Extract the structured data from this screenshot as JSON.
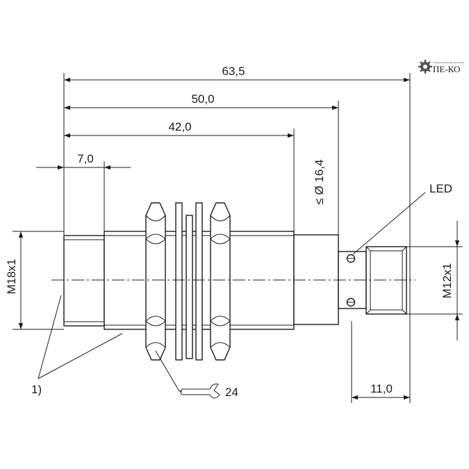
{
  "logo": {
    "text": "ПЕ-КО",
    "tagline": "Промышленная автоматизация"
  },
  "dimensions": {
    "overall_length": "63,5",
    "length_to_connector": "50,0",
    "thread_length": "42,0",
    "sensing_face": "7,0",
    "connector_diameter": "≤ Ø 16,4",
    "connector_length": "11,0"
  },
  "labels": {
    "body_thread": "M18x1",
    "connector_thread": "M12x1",
    "led": "LED",
    "note": "1)",
    "wrench_size": "24"
  }
}
